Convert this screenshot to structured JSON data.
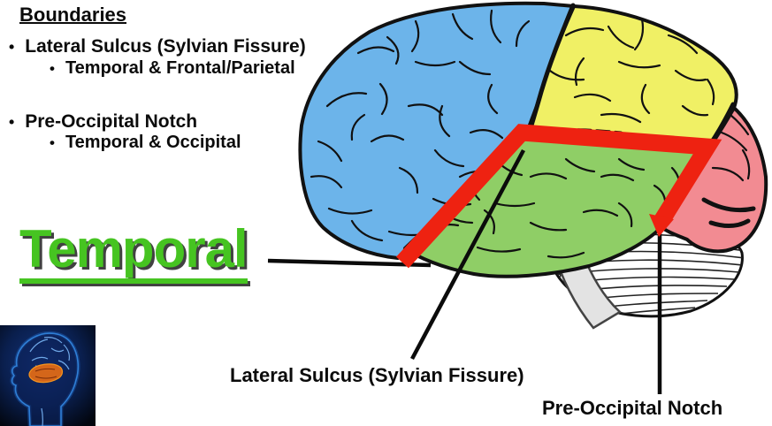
{
  "slide": {
    "boundaries_panel": {
      "heading": "Boundaries",
      "bullet_char": "•",
      "bullets": [
        {
          "label": "Lateral Sulcus (Sylvian Fissure)",
          "sub": "Temporal & Frontal/Parietal"
        },
        {
          "label": "Pre-Occipital Notch",
          "sub": "Temporal & Occipital"
        }
      ]
    },
    "lobe_label": {
      "text": "Temporal",
      "color": "#46C421"
    },
    "callouts": {
      "lateral_sulcus": "Lateral Sulcus (Sylvian Fissure)",
      "pre_occipital": "Pre-Occipital Notch"
    },
    "diagram": {
      "colors": {
        "frontal": "#6CB4EA",
        "parietal": "#F0F065",
        "temporal": "#8FCE66",
        "occipital": "#F28B92",
        "boundary_red": "#EE2211",
        "outline": "#111111",
        "cerebellum_fill": "#FFFFFF",
        "cerebellum_stripe": "#222222",
        "brainstem_fill": "#E3E3E3",
        "pointer_black": "#0b0b0b"
      }
    },
    "thumbnail": {
      "colors": {
        "bg_navy": "#0A1F4E",
        "glow_blue": "#2F7FD6",
        "brain_blue": "#6FA8E8",
        "highlight_orange": "#D4661A"
      }
    }
  }
}
